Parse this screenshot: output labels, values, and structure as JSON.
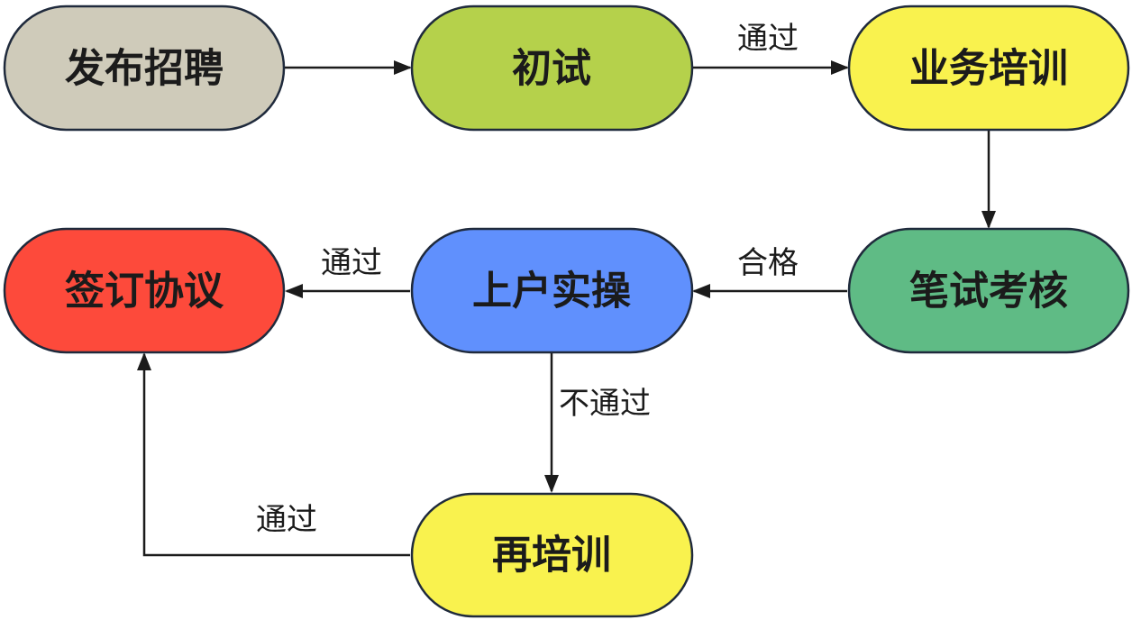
{
  "nodes": {
    "publish": {
      "label": "发布招聘",
      "color": "#cfcbba"
    },
    "first_interview": {
      "label": "初试",
      "color": "#b5d14b"
    },
    "business_training": {
      "label": "业务培训",
      "color": "#f9f24e"
    },
    "written_exam": {
      "label": "笔试考核",
      "color": "#5fbb85"
    },
    "practical": {
      "label": "上户实操",
      "color": "#6090fd"
    },
    "sign_agreement": {
      "label": "签订协议",
      "color": "#fd4a3b"
    },
    "retraining": {
      "label": "再培训",
      "color": "#f9f24e"
    }
  },
  "edges": {
    "first_to_training": {
      "label": "通过"
    },
    "exam_to_practical": {
      "label": "合格"
    },
    "practical_to_sign": {
      "label": "通过"
    },
    "practical_to_retrain": {
      "label": "不通过"
    },
    "retrain_to_sign": {
      "label": "通过"
    }
  }
}
